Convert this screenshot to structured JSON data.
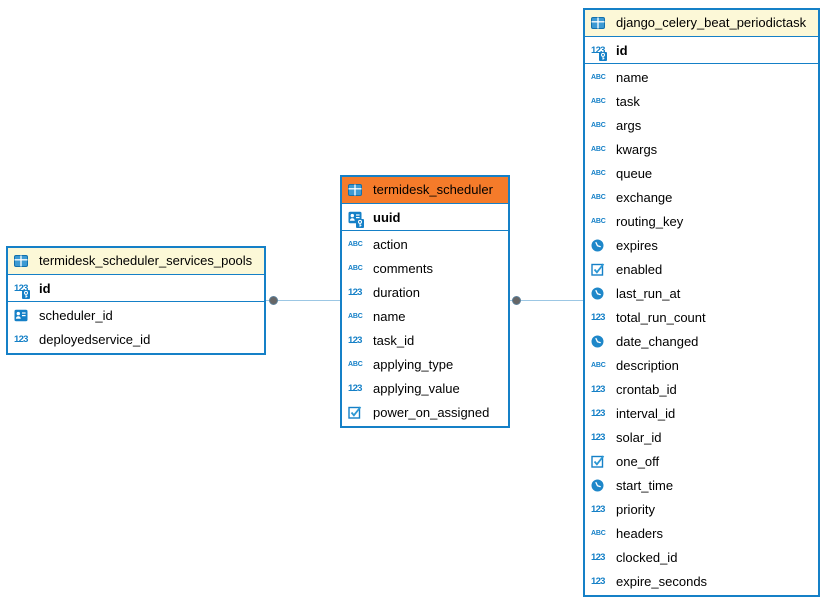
{
  "diagram": {
    "colors": {
      "table_border": "#1580c7",
      "header_yellow": "#fcf8d7",
      "header_orange": "#f57b2a",
      "icon_blue": "#1580c7",
      "relation_line": "#9cc7e4",
      "relation_dot": "#666666",
      "text": "#000000"
    },
    "tables": [
      {
        "name": "termidesk_scheduler_services_pools",
        "header_style": "yellow",
        "primary_keys": [
          {
            "name": "id",
            "type": "number"
          }
        ],
        "columns": [
          {
            "name": "scheduler_id",
            "type": "uuid"
          },
          {
            "name": "deployedservice_id",
            "type": "number"
          }
        ]
      },
      {
        "name": "termidesk_scheduler",
        "header_style": "orange",
        "primary_keys": [
          {
            "name": "uuid",
            "type": "uuid"
          }
        ],
        "columns": [
          {
            "name": "action",
            "type": "text"
          },
          {
            "name": "comments",
            "type": "text"
          },
          {
            "name": "duration",
            "type": "number"
          },
          {
            "name": "name",
            "type": "text"
          },
          {
            "name": "task_id",
            "type": "number"
          },
          {
            "name": "applying_type",
            "type": "text"
          },
          {
            "name": "applying_value",
            "type": "number"
          },
          {
            "name": "power_on_assigned",
            "type": "boolean"
          }
        ]
      },
      {
        "name": "django_celery_beat_periodictask",
        "header_style": "yellow",
        "primary_keys": [
          {
            "name": "id",
            "type": "number"
          }
        ],
        "columns": [
          {
            "name": "name",
            "type": "text"
          },
          {
            "name": "task",
            "type": "text"
          },
          {
            "name": "args",
            "type": "text"
          },
          {
            "name": "kwargs",
            "type": "text"
          },
          {
            "name": "queue",
            "type": "text"
          },
          {
            "name": "exchange",
            "type": "text"
          },
          {
            "name": "routing_key",
            "type": "text"
          },
          {
            "name": "expires",
            "type": "datetime"
          },
          {
            "name": "enabled",
            "type": "boolean"
          },
          {
            "name": "last_run_at",
            "type": "datetime"
          },
          {
            "name": "total_run_count",
            "type": "number"
          },
          {
            "name": "date_changed",
            "type": "datetime"
          },
          {
            "name": "description",
            "type": "text"
          },
          {
            "name": "crontab_id",
            "type": "number"
          },
          {
            "name": "interval_id",
            "type": "number"
          },
          {
            "name": "solar_id",
            "type": "number"
          },
          {
            "name": "one_off",
            "type": "boolean"
          },
          {
            "name": "start_time",
            "type": "datetime"
          },
          {
            "name": "priority",
            "type": "number"
          },
          {
            "name": "headers",
            "type": "text"
          },
          {
            "name": "clocked_id",
            "type": "number"
          },
          {
            "name": "expire_seconds",
            "type": "number"
          }
        ]
      }
    ],
    "relations": [
      {
        "from": "termidesk_scheduler_services_pools",
        "to": "termidesk_scheduler"
      },
      {
        "from": "termidesk_scheduler",
        "to": "django_celery_beat_periodictask"
      }
    ]
  }
}
